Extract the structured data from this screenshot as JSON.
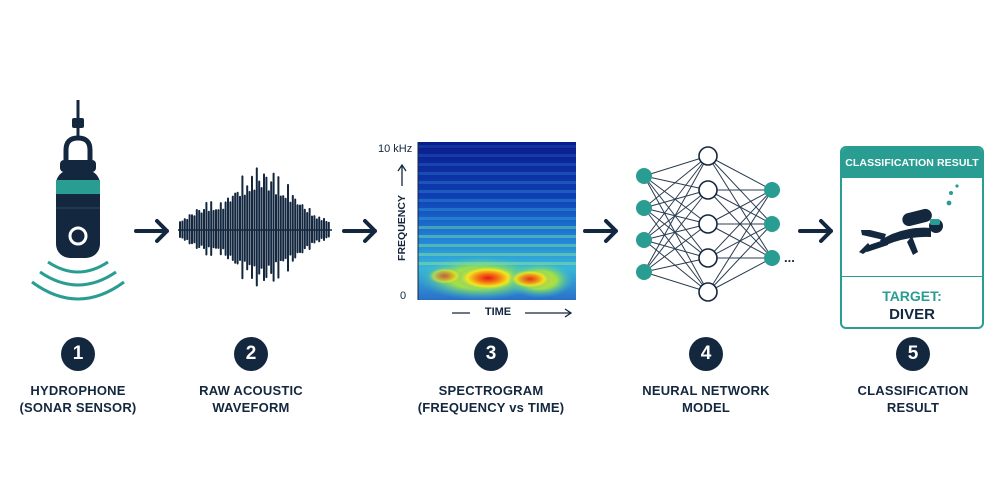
{
  "steps": [
    {
      "number": "1",
      "line1": "HYDROPHONE",
      "line2": "(SONAR SENSOR)"
    },
    {
      "number": "2",
      "line1": "RAW ACOUSTIC",
      "line2": "WAVEFORM"
    },
    {
      "number": "3",
      "line1": "SPECTROGRAM",
      "line2": "(FREQUENCY vs TIME)"
    },
    {
      "number": "4",
      "line1": "NEURAL NETWORK",
      "line2": "MODEL"
    },
    {
      "number": "5",
      "line1": "CLASSIFICATION",
      "line2": "RESULT"
    }
  ],
  "spectrogram": {
    "y_top_label": "10 kHz",
    "y_bottom_label": "0",
    "y_axis_label": "FREQUENCY",
    "x_axis_label": "TIME"
  },
  "network": {
    "ellipsis": "..."
  },
  "result_card": {
    "header": "CLASSIFICATION RESULT",
    "target_label": "TARGET:",
    "target_value": "DIVER"
  },
  "colors": {
    "navy": "#13273f",
    "teal": "#2a9d92"
  },
  "icons": [
    "hydrophone-icon",
    "waveform-graphic",
    "spectrogram-graphic",
    "neural-network-graphic",
    "diver-icon",
    "arrow-right-icon"
  ]
}
